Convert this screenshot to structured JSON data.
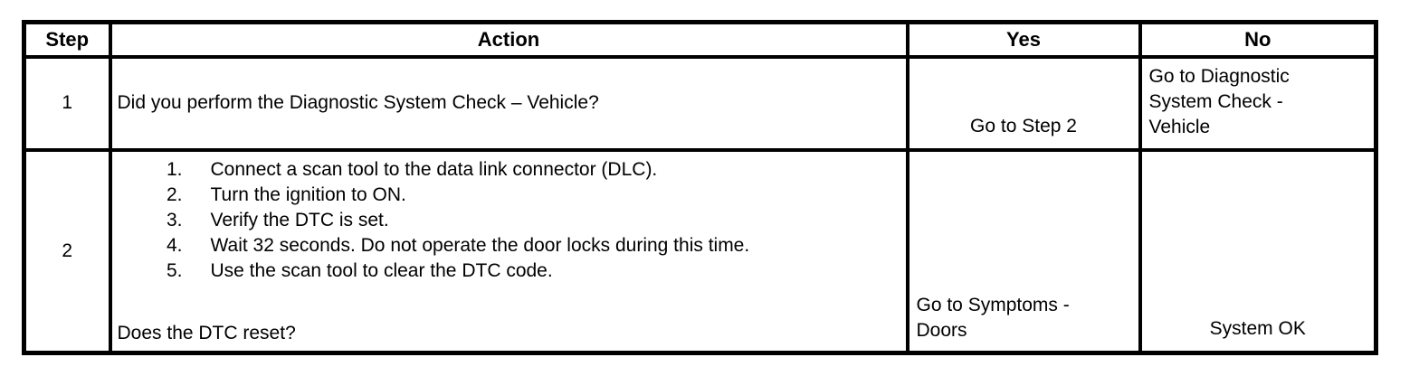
{
  "page": {
    "background_color": "#ffffff",
    "text_color": "#000000",
    "border_color": "#000000"
  },
  "table": {
    "headers": [
      "Step",
      "Action",
      "Yes",
      "No"
    ],
    "rows": [
      {
        "step": "1",
        "action_question": "Did you perform the Diagnostic System Check – Vehicle?",
        "yes": "Go to Step 2",
        "no": "Go to Diagnostic\nSystem Check -\nVehicle"
      },
      {
        "step": "2",
        "action_list_numbers": [
          "1.",
          "2.",
          "3.",
          "4.",
          "5."
        ],
        "action_list": [
          "Connect a scan tool to the data link connector (DLC).",
          "Turn the ignition to ON.",
          "Verify the DTC is set.",
          "Wait 32 seconds. Do not operate the door locks during this time.",
          "Use the scan tool to clear the DTC code."
        ],
        "action_question": "Does the DTC reset?",
        "yes": "Go to Symptoms -\nDoors",
        "no": "System OK"
      }
    ]
  }
}
